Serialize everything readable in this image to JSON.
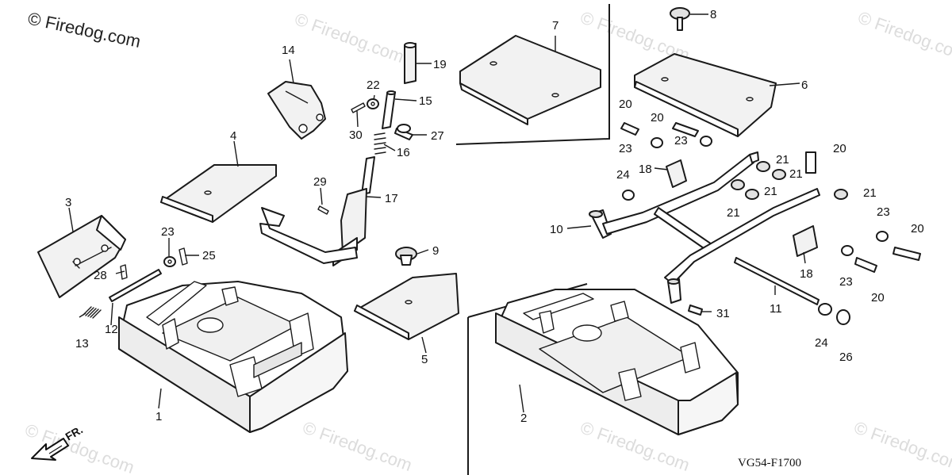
{
  "brand": {
    "text": "© Firedog.com"
  },
  "watermark": {
    "text": "© Firedog.com"
  },
  "diagram_code": "VG54-F1700",
  "front_arrow_label": "FR.",
  "callouts": {
    "c1": "1",
    "c2": "2",
    "c3": "3",
    "c4": "4",
    "c5": "5",
    "c6": "6",
    "c7": "7",
    "c8": "8",
    "c9": "9",
    "c10": "10",
    "c11": "11",
    "c12": "12",
    "c13": "13",
    "c14": "14",
    "c15": "15",
    "c16": "16",
    "c17": "17",
    "c18a": "18",
    "c18b": "18",
    "c19": "19",
    "c20a": "20",
    "c20b": "20",
    "c20c": "20",
    "c20d": "20",
    "c20e": "20",
    "c21a": "21",
    "c21b": "21",
    "c21c": "21",
    "c21d": "21",
    "c21e": "21",
    "c22": "22",
    "c23a": "23",
    "c23b": "23",
    "c23c": "23",
    "c23d": "23",
    "c23e": "23",
    "c24a": "24",
    "c24b": "24",
    "c25": "25",
    "c26": "26",
    "c27": "27",
    "c28": "28",
    "c29": "29",
    "c30": "30",
    "c31": "31"
  }
}
